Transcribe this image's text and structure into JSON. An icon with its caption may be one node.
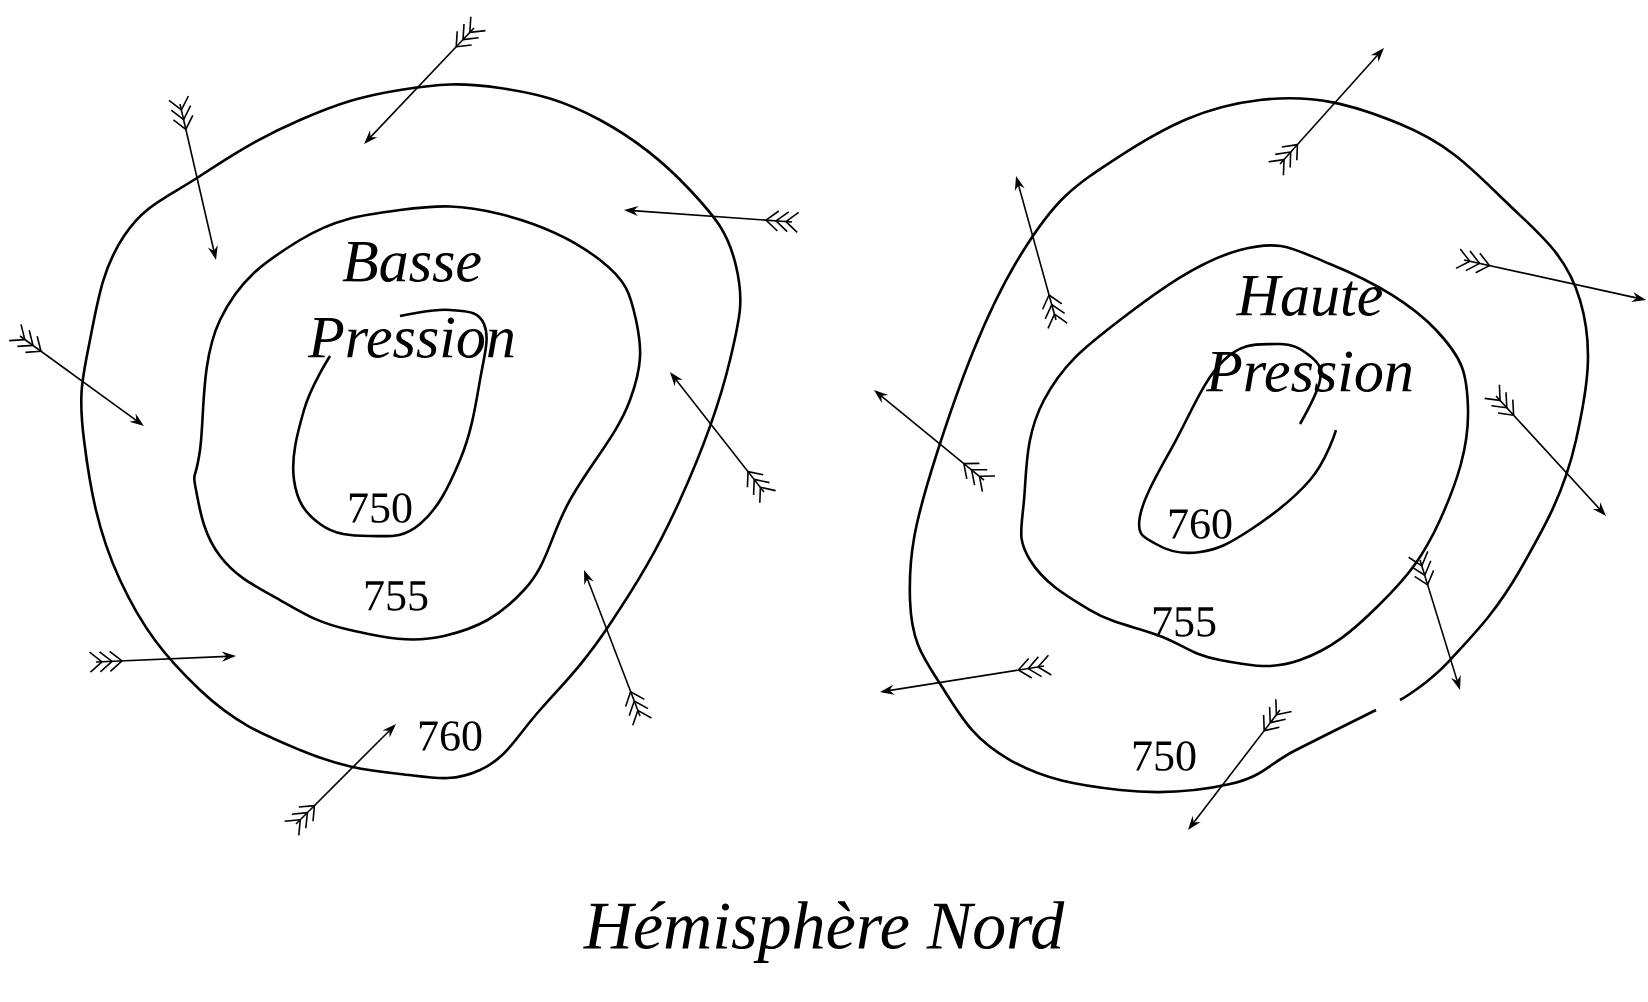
{
  "diagram": {
    "caption": "Hémisphère Nord",
    "labels": [
      "Basse Pression",
      "750",
      "755",
      "760",
      "Haute Pression",
      "760",
      "755",
      "750"
    ]
  }
}
